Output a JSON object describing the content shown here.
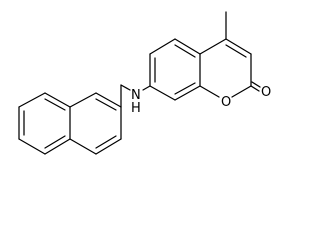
{
  "molecule": {
    "atom_labels": {
      "nitrogen": "N",
      "hydrogen": "H",
      "ring_oxygen": "O",
      "carbonyl_oxygen": "O"
    }
  }
}
